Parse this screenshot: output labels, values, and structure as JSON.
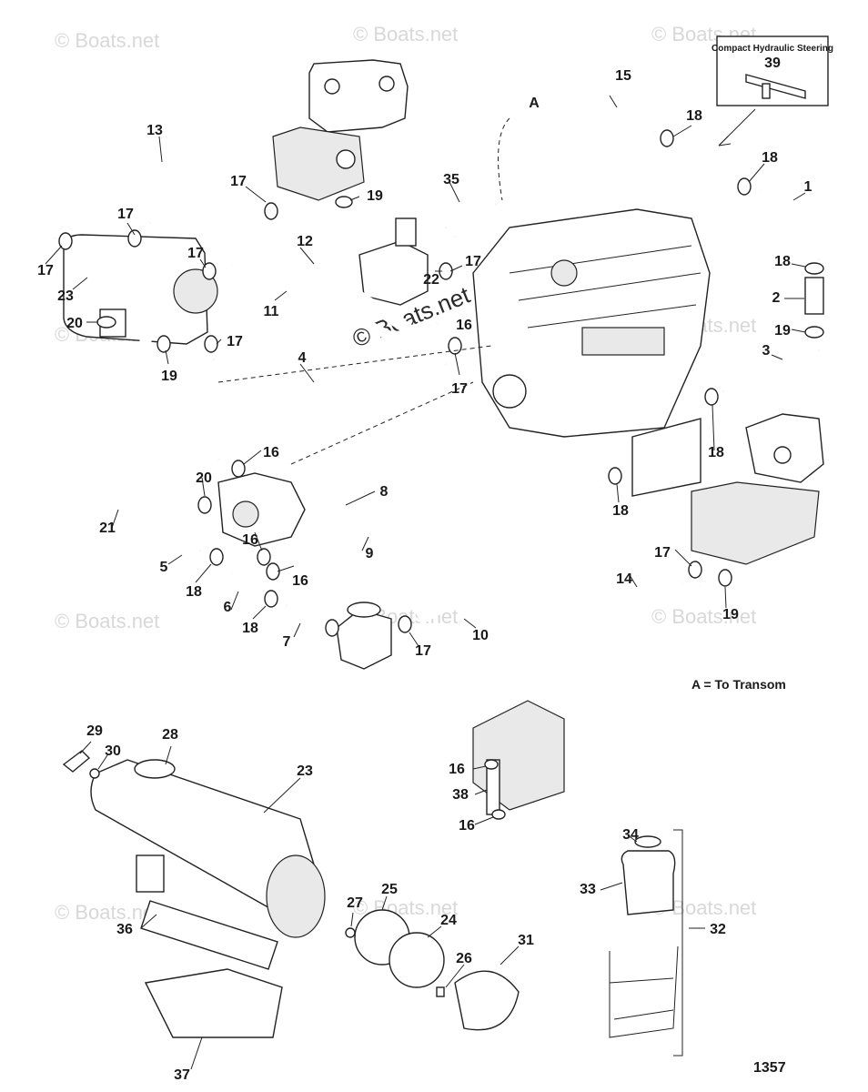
{
  "diagram": {
    "drawing_number": "1357",
    "legend_note": "A = To Transom",
    "point_a_label": "A",
    "watermark": "© Boats.net",
    "inset": {
      "title": "Compact Hydraulic Steering",
      "number": "39"
    },
    "callouts": {
      "n1": "1",
      "n2": "2",
      "n3": "3",
      "n4": "4",
      "n5": "5",
      "n6": "6",
      "n7": "7",
      "n8": "8",
      "n9": "9",
      "n10": "10",
      "n11": "11",
      "n12": "12",
      "n13": "13",
      "n14": "14",
      "n15": "15",
      "n16": "16",
      "n17": "17",
      "n18": "18",
      "n19": "19",
      "n20": "20",
      "n21": "21",
      "n22": "22",
      "n23": "23",
      "n24": "24",
      "n25": "25",
      "n26": "26",
      "n27": "27",
      "n28": "28",
      "n29": "29",
      "n30": "30",
      "n31": "31",
      "n32": "32",
      "n33": "33",
      "n34": "34",
      "n35": "35",
      "n36": "36",
      "n37": "37",
      "n38": "38"
    }
  }
}
